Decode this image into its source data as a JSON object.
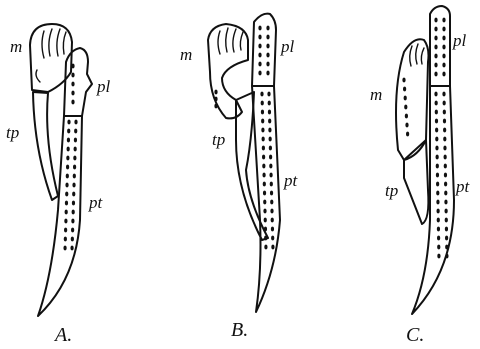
{
  "panels": [
    {
      "caption": "A.",
      "labels": {
        "m": "m",
        "tp": "tp",
        "pl": "pl",
        "pt": "pt"
      }
    },
    {
      "caption": "B.",
      "labels": {
        "m": "m",
        "tp": "tp",
        "pl": "pl",
        "pt": "pt"
      }
    },
    {
      "caption": "C.",
      "labels": {
        "m": "m",
        "tp": "tp",
        "pl": "pl",
        "pt": "pt"
      }
    }
  ]
}
